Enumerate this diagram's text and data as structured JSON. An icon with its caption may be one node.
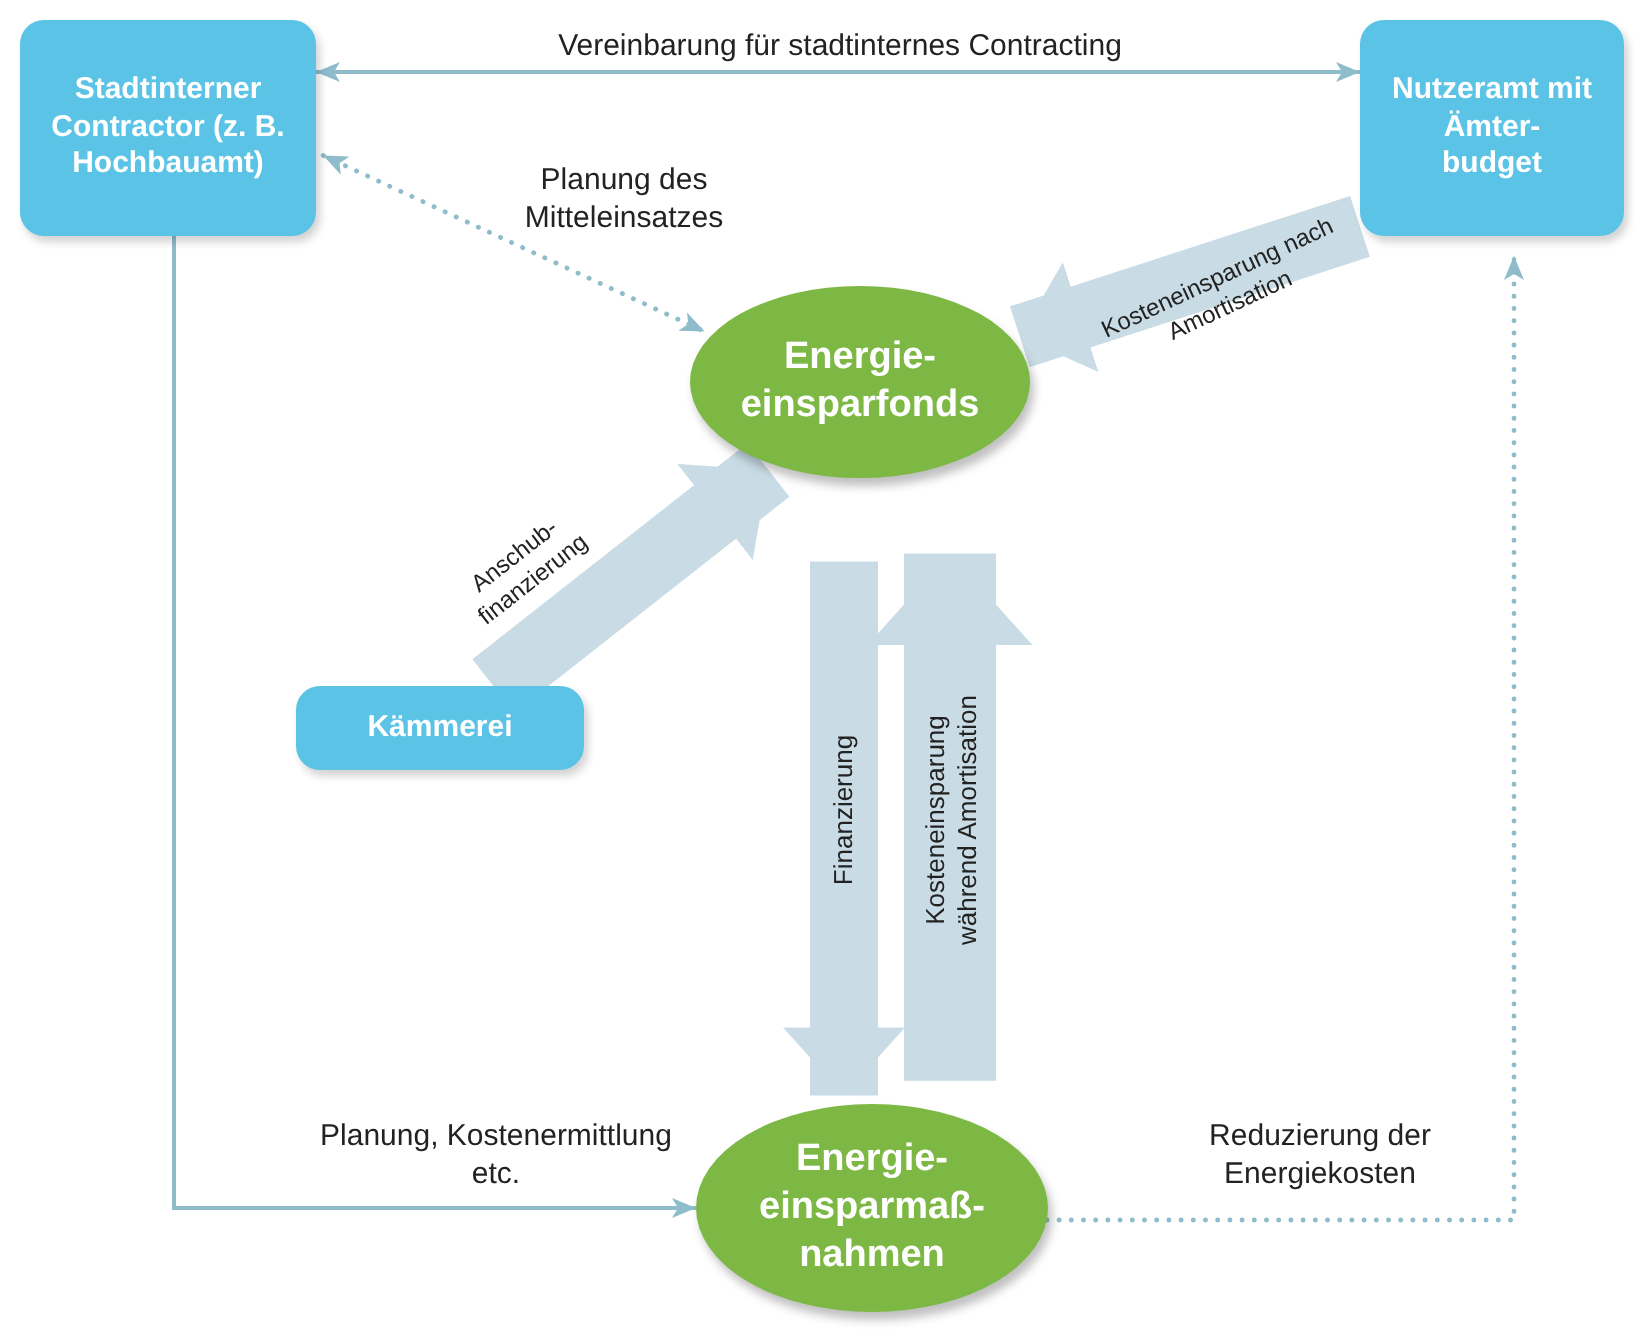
{
  "diagram": {
    "nodes": [
      {
        "text": [
          "Stadtinterner Contractor (z. B. Hochbauamt)"
        ]
      },
      {
        "text": [
          "Nutzeramt mit Ämter- budget"
        ]
      },
      {
        "text": [
          "Energie- einsparfonds"
        ]
      },
      {
        "text": [
          "Kämmerei"
        ]
      },
      {
        "text": [
          "Energie- einsparmaß- nahmen"
        ]
      }
    ],
    "edges": [
      {
        "from": 0,
        "to": 1,
        "arrow": "both",
        "label": "Vereinbarung für stadtinternes Contracting"
      },
      {
        "from": 0,
        "to": 2,
        "arrow": "both",
        "label": "Planung des Mitteleinsatzes",
        "style": "dashed"
      },
      {
        "from": 1,
        "to": 2,
        "arrow": "to",
        "label": "Kosteneinsparung nach Amortisation",
        "style": "thick",
        "color": "#c9dce5"
      },
      {
        "from": 3,
        "to": 2,
        "arrow": "to",
        "label": "Anschub- finanzierung",
        "style": "thick",
        "color": "#c9dce5"
      },
      {
        "from": 2,
        "to": 4,
        "arrow": "to",
        "label": "Finanzierung",
        "style": "thick",
        "color": "#c9dce5"
      },
      {
        "from": 4,
        "to": 2,
        "arrow": "to",
        "label": "Kosteneinsparung während Amortisation",
        "style": "thick",
        "color": "#c9dce5"
      },
      {
        "from": 0,
        "to": 4,
        "arrow": "to",
        "label": "Planung, Kostenermittlung etc."
      },
      {
        "from": 4,
        "to": 1,
        "arrow": "to",
        "label": "Reduzierung der Energiekosten",
        "style": "dashed"
      }
    ]
  }
}
